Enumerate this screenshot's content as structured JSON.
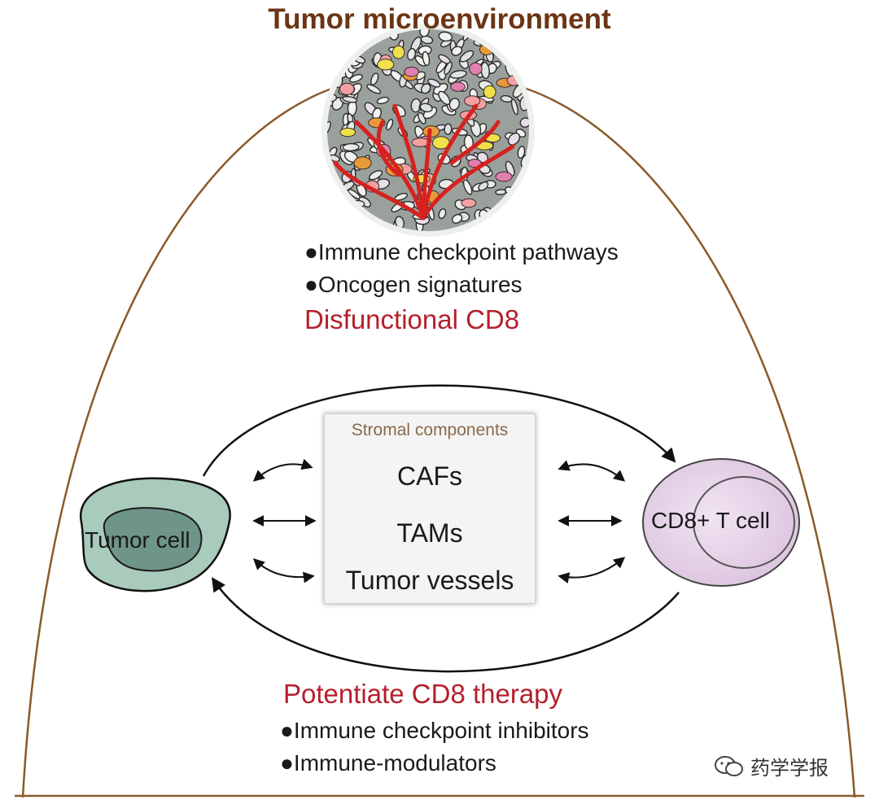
{
  "title": "Tumor microenvironment",
  "top_bullets": [
    "●Immune checkpoint pathways",
    "●Oncogen signatures"
  ],
  "top_label": "Disfunctional CD8",
  "stromal": {
    "title": "Stromal components",
    "items": [
      "CAFs",
      "TAMs",
      "Tumor vessels"
    ]
  },
  "tumor_cell_label": "Tumor cell",
  "cd8_cell_label": "CD8+ T cell",
  "bottom_label": "Potentiate CD8 therapy",
  "bottom_bullets": [
    "●Immune checkpoint inhibitors",
    "●Immune-modulators"
  ],
  "watermark": "药学学报",
  "colors": {
    "title": "#6b3514",
    "accent_red": "#b51f2b",
    "dome_outline": "#8a5a2a",
    "tumor_cell_fill": "#a9cbbb",
    "tumor_nucleus_fill": "#6f948a",
    "cd8_cell_fill": "#ead8ec"
  }
}
